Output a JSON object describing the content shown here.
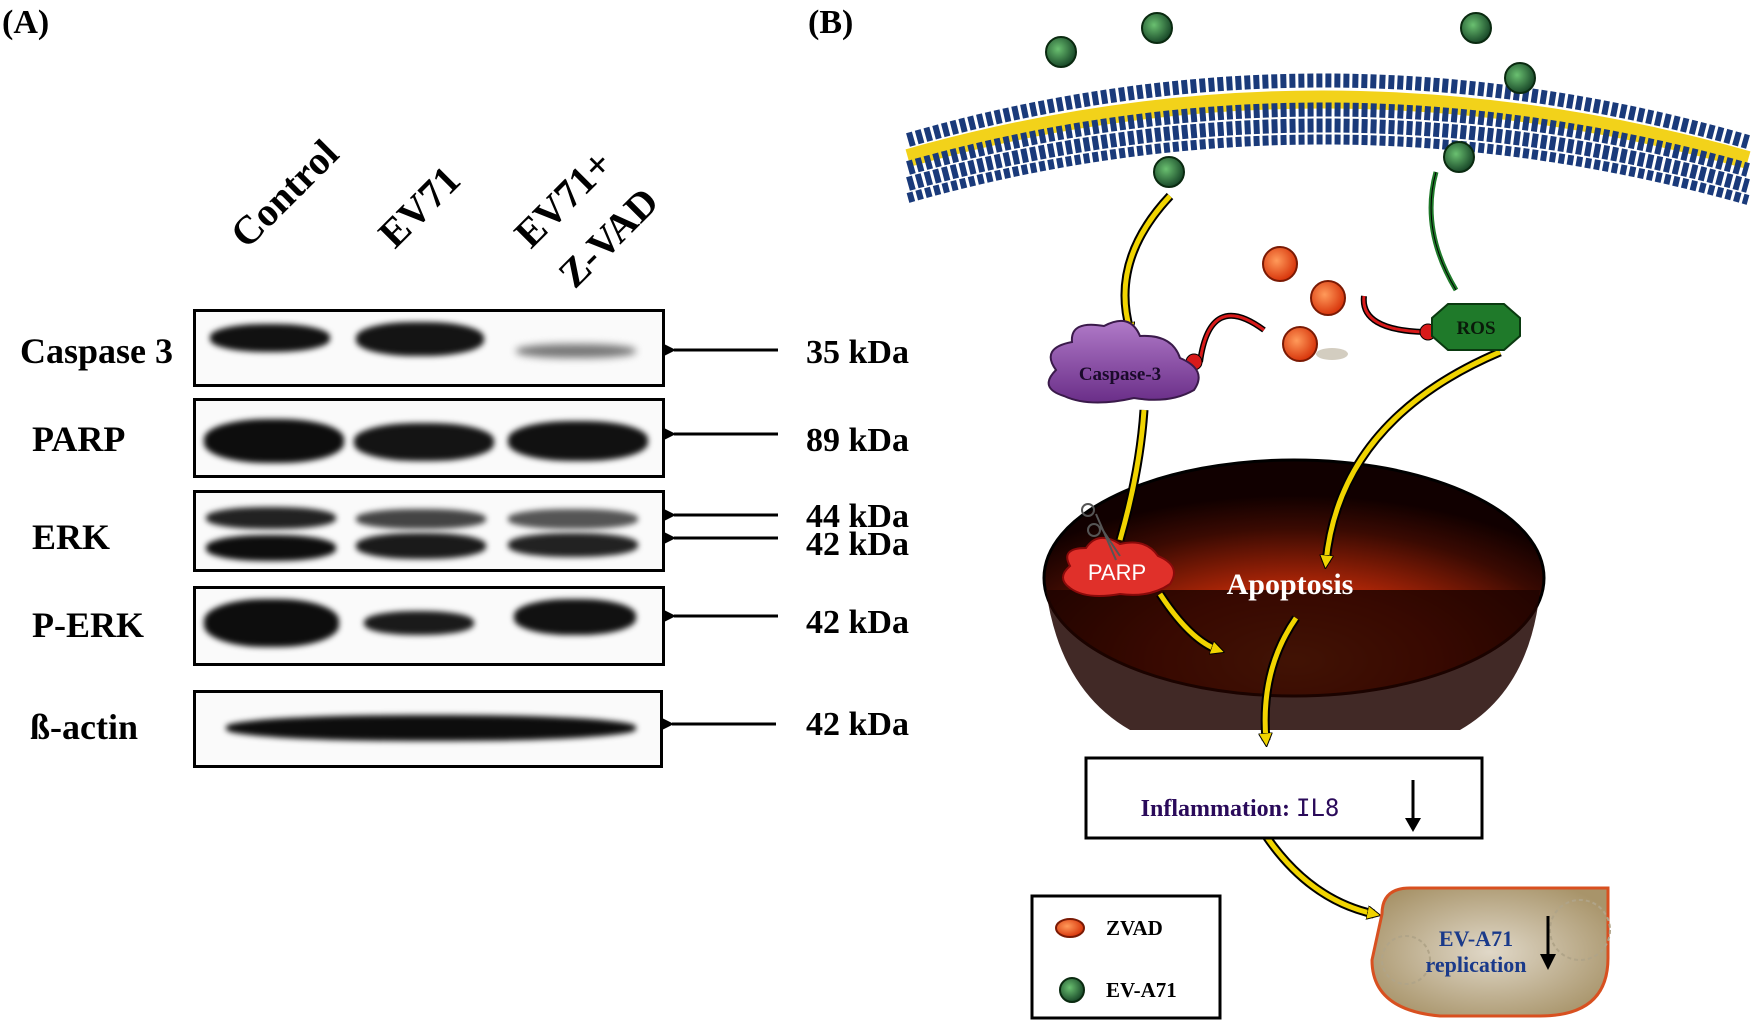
{
  "panel_a": {
    "label": "(A)",
    "lanes": [
      "Control",
      "EV71",
      "EV71+",
      "Z-VAD"
    ],
    "rows": [
      {
        "name": "Caspase 3",
        "kda": [
          "35 kDa"
        ]
      },
      {
        "name": "PARP",
        "kda": [
          "89 kDa"
        ]
      },
      {
        "name": "ERK",
        "kda": [
          "44 kDa",
          "42 kDa"
        ]
      },
      {
        "name": "P-ERK",
        "kda": [
          "42 kDa"
        ]
      },
      {
        "name": "ß-actin",
        "kda": [
          "42 kDa"
        ]
      }
    ]
  },
  "panel_b": {
    "label": "(B)",
    "caspase3": "Caspase-3",
    "ros": "ROS",
    "parp": "PARP",
    "apoptosis": "Apoptosis",
    "inflammation_label": "Inflammation:",
    "il8": "IL8",
    "replication_line1": "EV-A71",
    "replication_line2": "replication",
    "legend": {
      "zvad": "ZVAD",
      "ev_a71": "EV-A71"
    }
  },
  "colors": {
    "membrane_head": "#1a3a7a",
    "membrane_tail": "#f2d21a",
    "caspase": "#8a4fa0",
    "ros": "#1f7a2a",
    "zvad": "#e8451c",
    "virus": "#2f7a3a",
    "parp": "#e0302a",
    "arrow_yellow": "#f0d400",
    "bowl": "#8a1a08",
    "text_purple": "#2a0a5a",
    "text_blue": "#1a3a8a"
  }
}
